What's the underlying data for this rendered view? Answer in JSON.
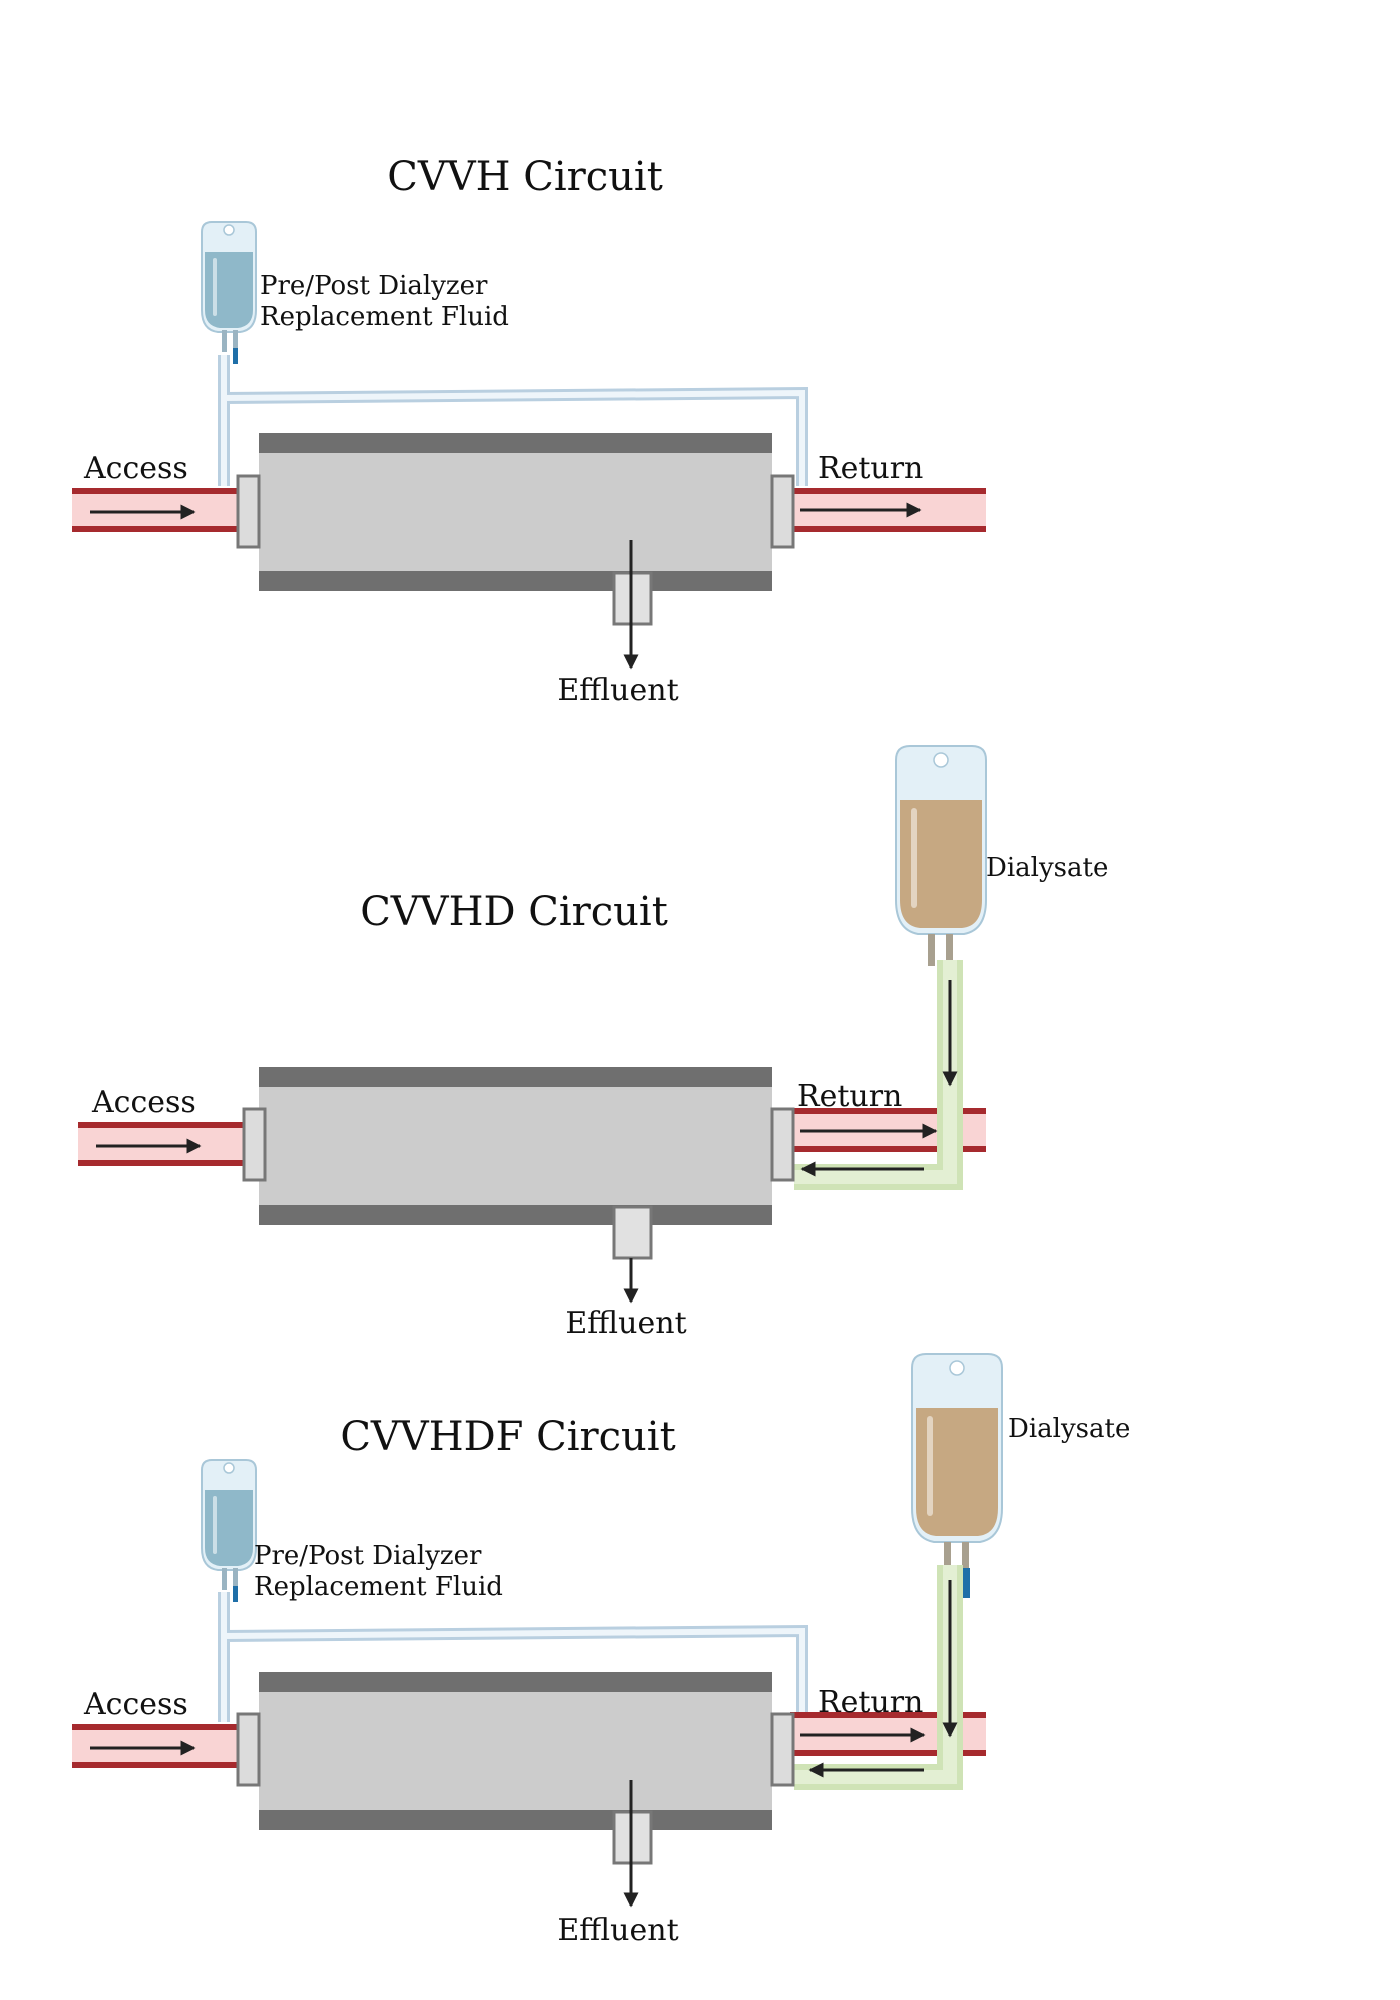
{
  "colors": {
    "blood_line_outer": "#a62a2e",
    "blood_line_inner": "#f9d4d4",
    "dialyzer_body": "#cccccc",
    "dialyzer_band": "#6f6f6f",
    "replacement_line": "#c7d8e6",
    "dialysate_line": "#cfe3b6",
    "replacement_fluid": "#8fb8c9",
    "dialysate_fluid": "#c6a882",
    "arrow": "#222222"
  },
  "icons": {
    "replacement_bag": "iv-bag-icon",
    "dialysate_bag": "iv-bag-icon"
  },
  "circuits": {
    "cvvh": {
      "title": "CVVH Circuit",
      "access": "Access",
      "return": "Return",
      "effluent": "Effluent",
      "replacement_line1": "Pre/Post Dialyzer",
      "replacement_line2": "Replacement Fluid"
    },
    "cvvhd": {
      "title": "CVVHD Circuit",
      "access": "Access",
      "return": "Return",
      "effluent": "Effluent",
      "dialysate": "Dialysate"
    },
    "cvvhdf": {
      "title": "CVVHDF Circuit",
      "access": "Access",
      "return": "Return",
      "effluent": "Effluent",
      "replacement_line1": "Pre/Post Dialyzer",
      "replacement_line2": "Replacement Fluid",
      "dialysate": "Dialysate"
    }
  }
}
